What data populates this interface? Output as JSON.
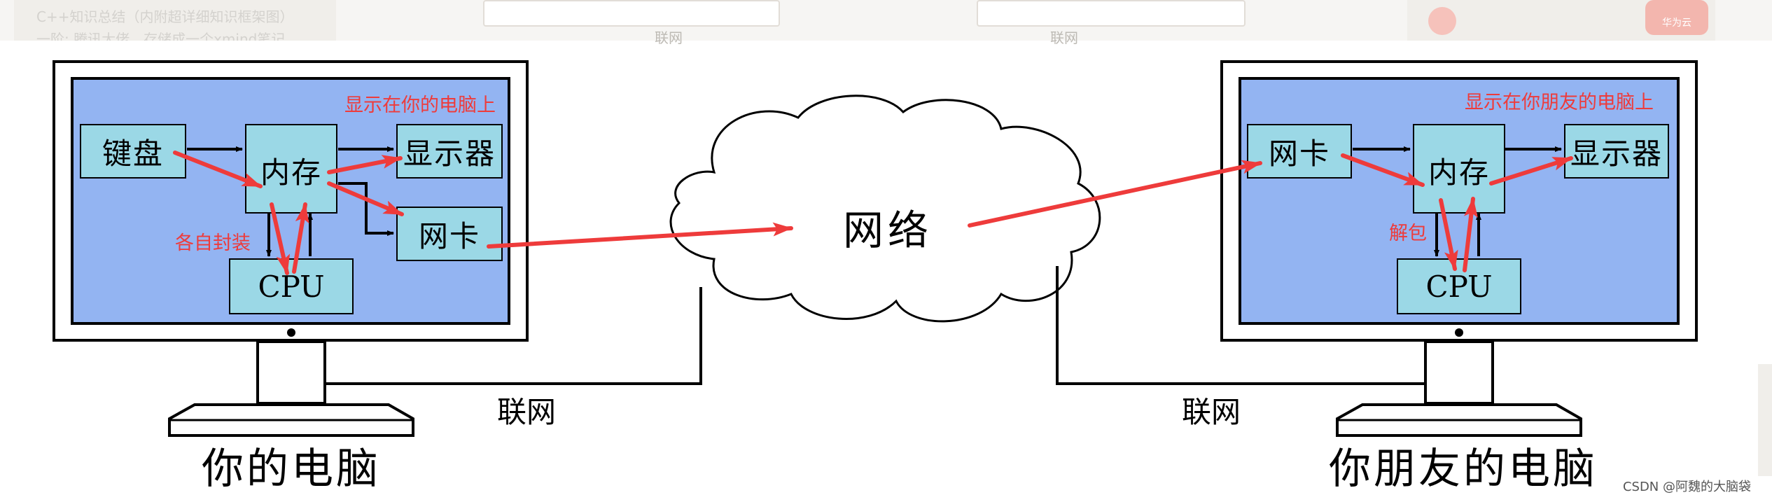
{
  "background": {
    "blog_line_1": "C++知识总结（内附超详细知识框架图）",
    "blog_line_2": "一阶: 腾讯大佬，存储成一个xmind笔记",
    "top_link_left": "联网",
    "top_link_right": "联网",
    "huawei_cloud_logo": "华为云"
  },
  "diagram": {
    "left_computer": {
      "caption": "你的电脑",
      "annotation_display": "显示在你的电脑上",
      "annotation_encapsulate": "各自封装",
      "components": {
        "keyboard": "键盘",
        "memory": "内存",
        "display": "显示器",
        "nic": "网卡",
        "cpu": "CPU"
      }
    },
    "right_computer": {
      "caption": "你朋友的电脑",
      "annotation_display": "显示在你朋友的电脑上",
      "annotation_decapsulate": "解包",
      "components": {
        "nic": "网卡",
        "memory": "内存",
        "display": "显示器",
        "cpu": "CPU"
      }
    },
    "network": "网络",
    "link_left": "联网",
    "link_right": "联网"
  },
  "colors": {
    "screen_blue": "#93b4f2",
    "component_cyan": "#9bd8e6",
    "annotation_red": "#ee3b3b"
  },
  "watermark": "CSDN @阿魏的大脑袋"
}
